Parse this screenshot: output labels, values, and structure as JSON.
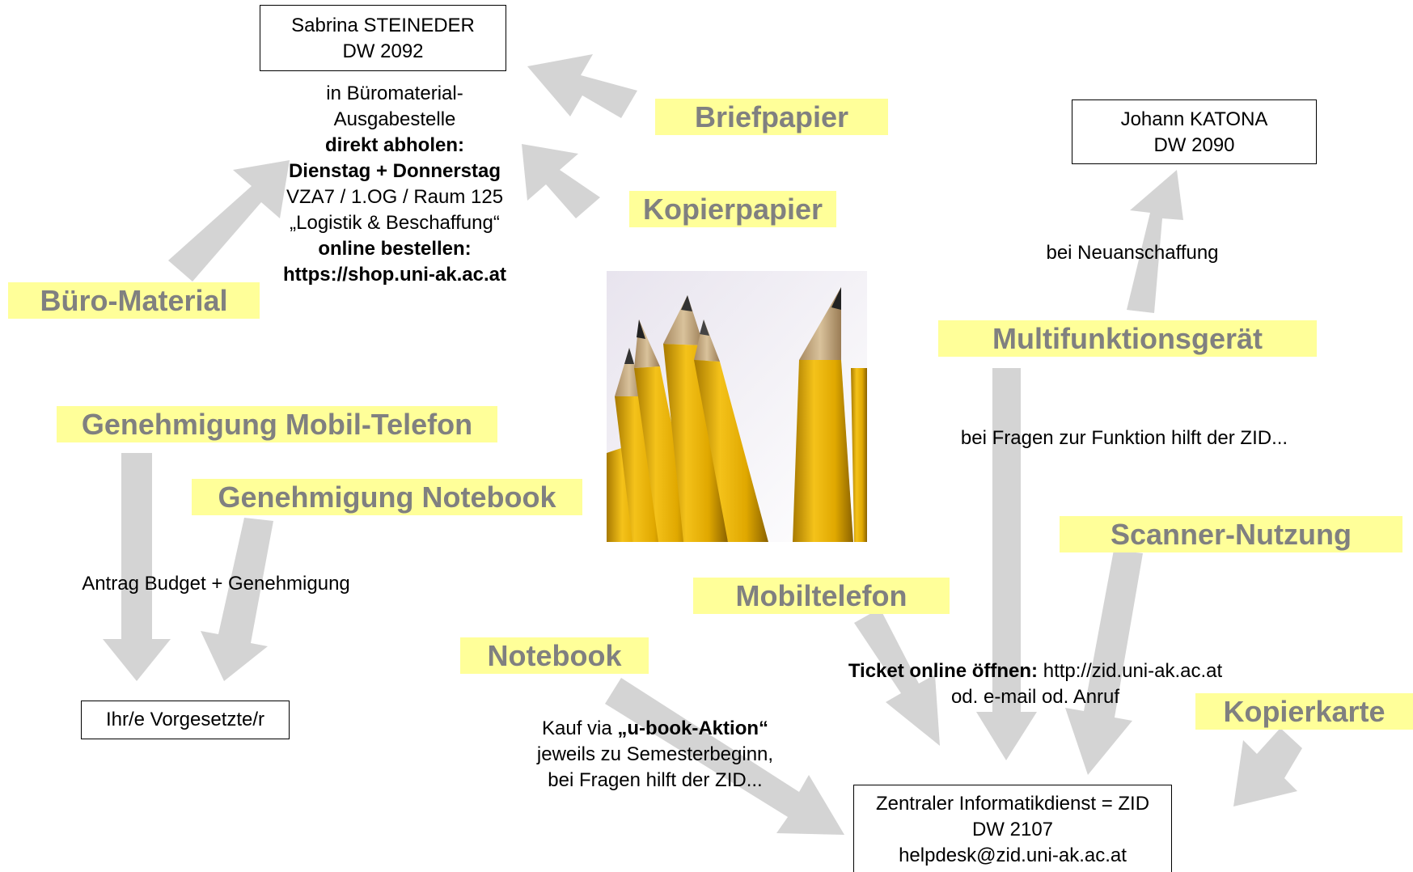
{
  "boxes": {
    "steineder": {
      "name": "Sabrina STEINEDER",
      "phone": "DW 2092"
    },
    "katona": {
      "name": "Johann KATONA",
      "phone": "DW 2090"
    },
    "vorgesetzte": {
      "text": "Ihr/e Vorgesetzte/r"
    },
    "zid": {
      "name": "Zentraler Informatikdienst = ZID",
      "phone": "DW 2107",
      "email": "helpdesk@zid.uni-ak.ac.at"
    }
  },
  "labels": {
    "briefpapier": "Briefpapier",
    "kopierpapier": "Kopierpapier",
    "bueromaterial": "Büro-Material",
    "multifunktion": "Multifunktionsgerät",
    "mobil_genehmigung": "Genehmigung Mobil-Telefon",
    "notebook_genehmigung": "Genehmigung Notebook",
    "scanner": "Scanner-Nutzung",
    "mobiltelefon": "Mobiltelefon",
    "notebook": "Notebook",
    "kopierkarte": "Kopierkarte"
  },
  "notes": {
    "steineder_info": {
      "l1": "in Büromaterial-",
      "l2": "Ausgabestelle",
      "l3": "direkt abholen:",
      "l4": "Dienstag + Donnerstag",
      "l5": "VZA7 / 1.OG / Raum 125",
      "l6": "„Logistik & Beschaffung“",
      "l7": "online bestellen:",
      "l8": "https://shop.uni-ak.ac.at"
    },
    "neuanschaffung": "bei Neuanschaffung",
    "fragen_funktion": "bei Fragen zur Funktion hilft der ZID...",
    "antrag": "Antrag Budget + Genehmigung",
    "ticket": {
      "bold": "Ticket online öffnen:",
      "url": " http://zid.uni-ak.ac.at",
      "l2": "od. e-mail od. Anruf"
    },
    "kauf": {
      "prefix": "Kauf via ",
      "bold": "„u-book-Aktion“",
      "l2": "jeweils zu Semesterbeginn,",
      "l3": "bei Fragen hilft der ZID..."
    }
  },
  "colors": {
    "arrow": "#d4d4d4",
    "label_bg": "#ffff99",
    "label_text": "#808080"
  }
}
